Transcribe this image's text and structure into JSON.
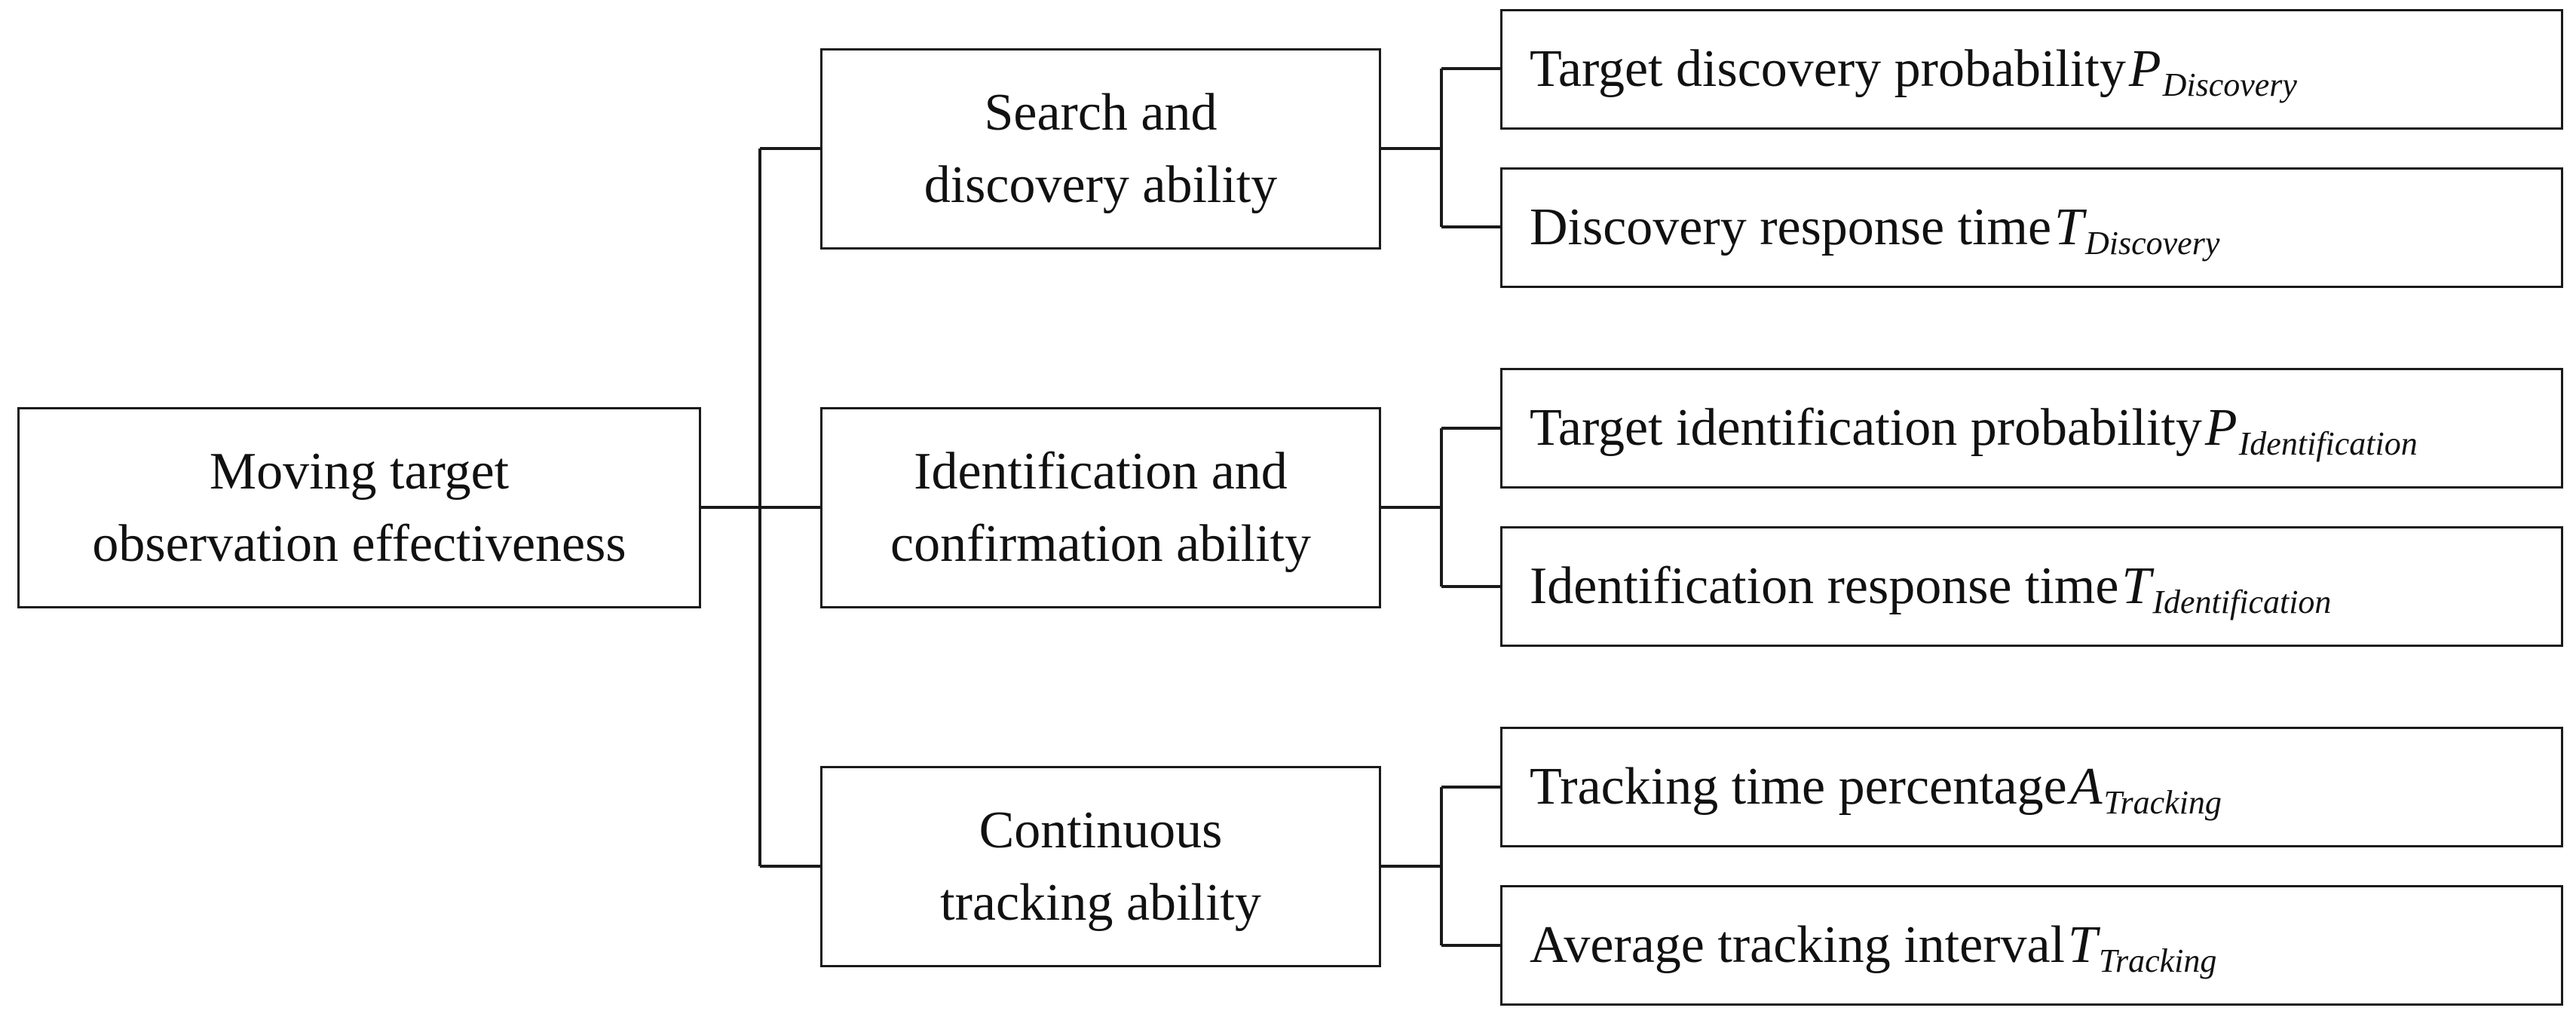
{
  "root": {
    "line1": "Moving target",
    "line2": "observation effectiveness"
  },
  "abilities": [
    {
      "line1": "Search and",
      "line2": "discovery ability",
      "indicators": [
        {
          "label": "Target discovery probability",
          "symbol": "P",
          "subscript": "Discovery"
        },
        {
          "label": "Discovery response time",
          "symbol": "T",
          "subscript": "Discovery"
        }
      ]
    },
    {
      "line1": "Identification and",
      "line2": "confirmation ability",
      "indicators": [
        {
          "label": "Target identification probability",
          "symbol": "P",
          "subscript": "Identification"
        },
        {
          "label": "Identification response time",
          "symbol": "T",
          "subscript": "Identification"
        }
      ]
    },
    {
      "line1": "Continuous",
      "line2": "tracking ability",
      "indicators": [
        {
          "label": "Tracking time percentage",
          "symbol": "A",
          "subscript": "Tracking"
        },
        {
          "label": "Average tracking interval",
          "symbol": "T",
          "subscript": "Tracking"
        }
      ]
    }
  ]
}
